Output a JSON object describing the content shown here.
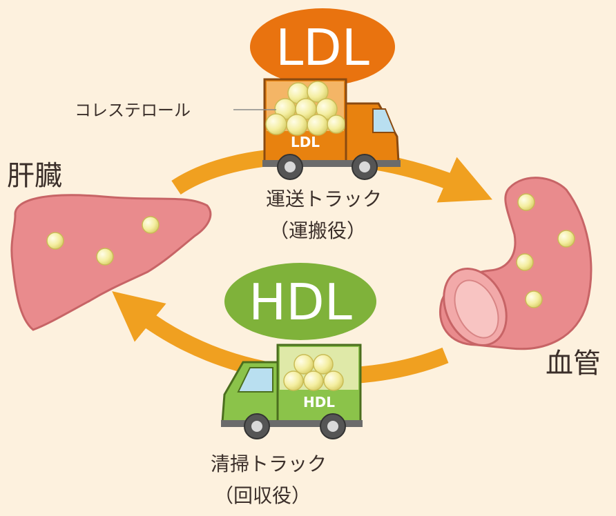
{
  "organs": {
    "liver_label": "肝臓",
    "vessel_label": "血管"
  },
  "ldl": {
    "badge": "LDL",
    "truck_plate": "LDL",
    "cargo_label": "コレステロール",
    "role_line1": "運送トラック",
    "role_line2": "（運搬役）"
  },
  "hdl": {
    "badge": "HDL",
    "truck_plate": "HDL",
    "role_line1": "清掃トラック",
    "role_line2": "（回収役）"
  },
  "colors": {
    "background": "#fdf1de",
    "ldl_orange": "#e9730f",
    "hdl_green": "#7fb23a",
    "arrow_orange": "#f0a020",
    "organ_pink": "#e98b8d",
    "cholesterol_yellow": "#f3eda0"
  }
}
